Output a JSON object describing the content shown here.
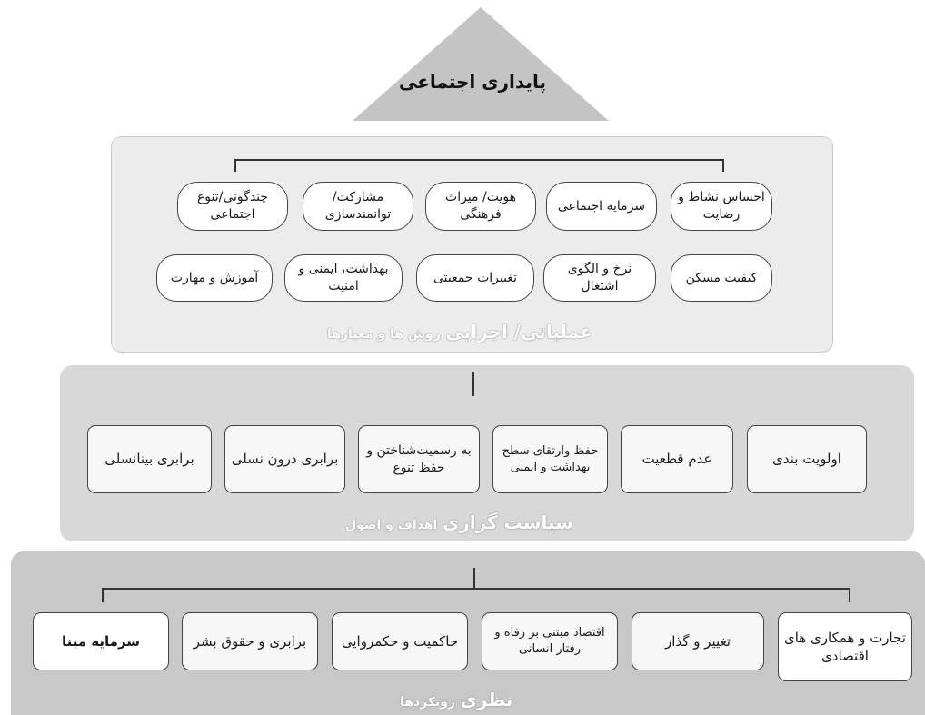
{
  "apex": {
    "title": "پایداری اجتماعی"
  },
  "operational": {
    "title_main": "عملیاتی/ اجرایی",
    "title_sub": "روش ها و معیارها",
    "row1": [
      "احساس نشاط و رضایت",
      "سرمایه اجتماعی",
      "هویت/ میراث فرهنگی",
      "مشارکت/ توانمندسازی",
      "چندگونی/تنوع اجتماعی"
    ],
    "row2": [
      "کیفیت مسکن",
      "نرخ و الگوی اشتغال",
      "تغییرات جمعیتی",
      "بهداشت، ایمنی و امنیت",
      "آموزش و مهارت"
    ]
  },
  "policy": {
    "title_main": "سیاست گزاری",
    "title_sub": "اهداف و اصول",
    "items": [
      "اولویت بندی",
      "عدم قطعیت",
      "حفظ وارتقای سطح بهداشت و ایمنی",
      "به رسمیت‌شناختن و حفظ تنوع",
      "برابری درون نسلی",
      "برابری بینانسلی"
    ]
  },
  "theory": {
    "title_main": "نظری",
    "title_sub": "رویکردها",
    "items": [
      "تجارت و همکاری های اقتصادی",
      "تغییر و گذار",
      "اقتصاد مبتنی بر رفاه و رفتار انسانی",
      "حاکمیت و حکمروایی",
      "برابری و حقوق بشر",
      "سرمایه مبنا"
    ]
  }
}
